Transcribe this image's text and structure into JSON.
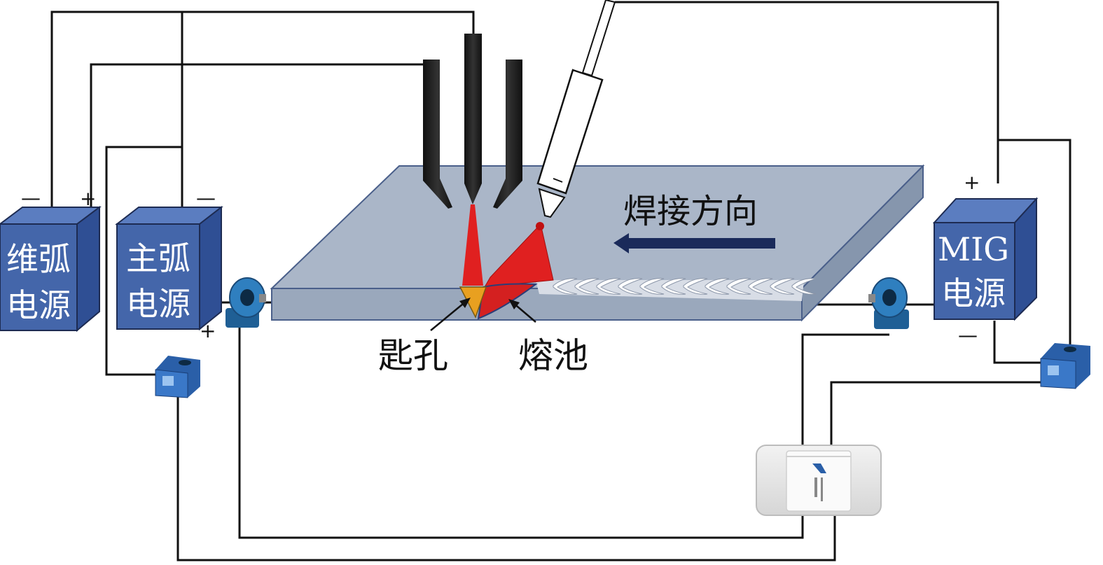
{
  "power_sources": {
    "auxiliary": {
      "line1": "维弧",
      "line2": "电源",
      "neg": "—",
      "pos": "+"
    },
    "main": {
      "line1": "主弧",
      "line2": "电源",
      "neg": "—",
      "pos": "+"
    },
    "mig": {
      "line1": "MIG",
      "line2": "电源",
      "neg": "—",
      "pos": "+"
    }
  },
  "labels": {
    "direction": "焊接方向",
    "keyhole": "匙孔",
    "weld_pool": "熔池"
  },
  "colors": {
    "power_box": "#4466aa",
    "workpiece_top": "#aab6c8",
    "arc": "#e02020",
    "keyhole": "#e8a020",
    "sensor": "#2f7fbf"
  },
  "icons": {
    "daq": "ni-daq-device",
    "hall_sensor": "hall-current-sensor",
    "clamp_sensor": "clamp-current-sensor"
  }
}
